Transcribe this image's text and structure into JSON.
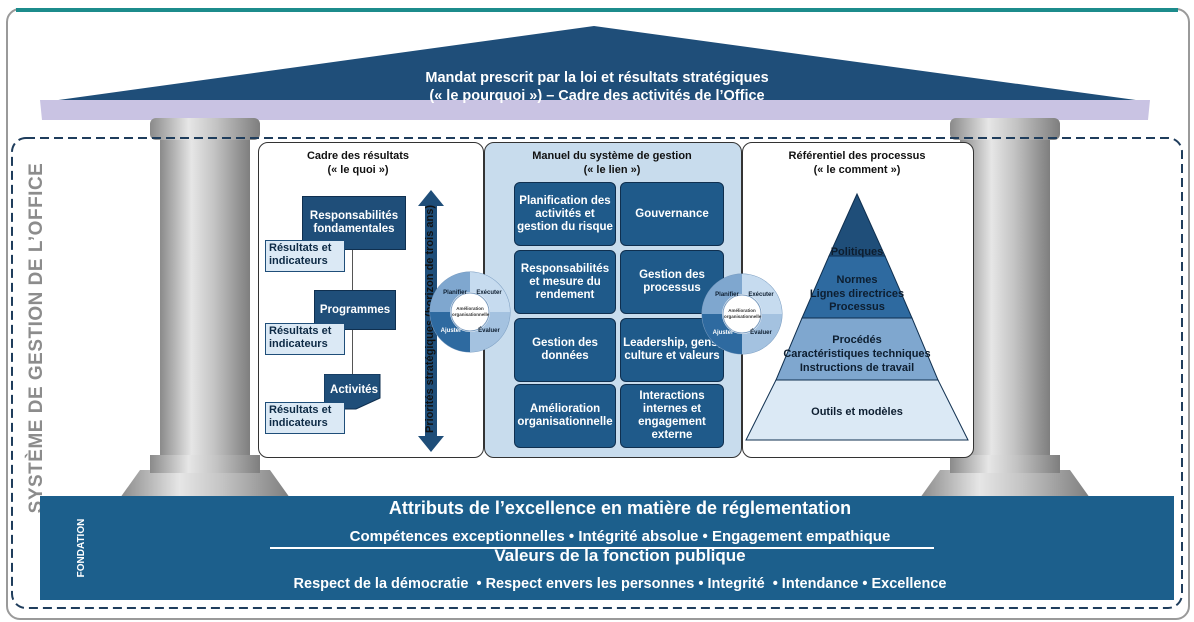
{
  "roof": {
    "line1": "Mandat prescrit par la loi et résultats stratégiques",
    "line2": "(« le pourquoi ») – Cadre des activités de l’Office"
  },
  "side_label": "SYSTÈME DE GESTION DE L’OFFICE",
  "left_panel": {
    "title1": "Cadre des résultats",
    "title2": "(« le quoi »)",
    "resp": "Responsabilités fondamentales",
    "programmes": "Programmes",
    "activites": "Activités",
    "resultats": "Résultats et indicateurs",
    "vertical": "Priorités stratégiques (horizon de trois ans)"
  },
  "cycle": {
    "planifier": "Planifier",
    "executer": "Exécuter",
    "evaluer": "Évaluer",
    "ajuster": "Ajuster",
    "center": "Amélioration organisationnelle"
  },
  "middle_panel": {
    "title1": "Manuel du système de gestion",
    "title2": "(« le lien »)",
    "boxes": [
      "Planification des activités et gestion du risque",
      "Gouvernance",
      "Responsabilités et mesure du rendement",
      "Gestion des processus",
      "Gestion des données",
      "Leadership, gens, culture et valeurs",
      "Amélioration organisationnelle",
      "Interactions internes et engagement externe"
    ]
  },
  "right_panel": {
    "title1": "Référentiel des processus",
    "title2": "(« le comment »)",
    "level1": "Politiques",
    "level2a": "Normes",
    "level2b": "Lignes directrices",
    "level2c": "Processus",
    "level3a": "Procédés",
    "level3b": "Caractéristiques techniques",
    "level3c": "Instructions de travail",
    "level4": "Outils et modèles"
  },
  "foundation": {
    "label": "FONDATION",
    "title": "Attributs de l’excellence en matière de réglementation",
    "attributes": "Compétences exceptionnelles • Intégrité absolue • Engagement empathique",
    "values_title": "Valeurs de la fonction publique",
    "values": "Respect de la démocratie  • Respect envers les personnes • Integrité  • Intendance • Excellence"
  }
}
